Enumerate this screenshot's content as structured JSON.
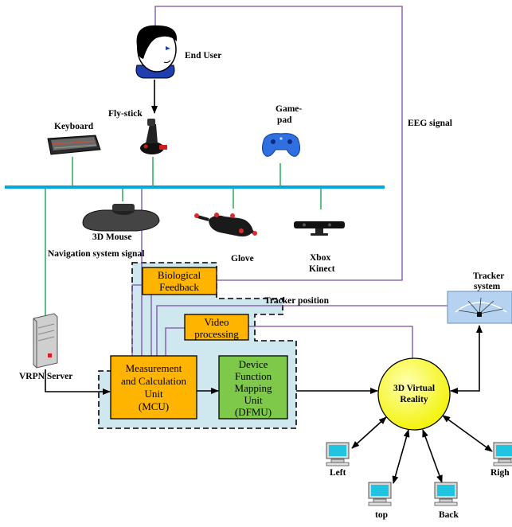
{
  "colors": {
    "bus": "#00a8e0",
    "green_link": "#2aa861",
    "purple_link": "#7a4fa8",
    "module_region": "#cfe8f0",
    "orange_box": "#ffb400",
    "green_box": "#7ec94a",
    "vr_sphere": "#ffff1a",
    "arrow": "#000000"
  },
  "labels": {
    "end_user": "End User",
    "fly_stick": "Fly-stick",
    "keyboard": "Keyboard",
    "gamepad_1": "Game-",
    "gamepad_2": "pad",
    "eeg": "EEG signal",
    "mouse3d": "3D Mouse",
    "nav_signal": "Navigation system signal",
    "glove": "Glove",
    "xbox_1": "Xbox",
    "xbox_2": "Kinect",
    "tracker_1": "Tracker",
    "tracker_2": "system",
    "tracker_position": "Tracker position",
    "vrpn": "VRPN Server",
    "bio_1": "Biological",
    "bio_2": "Feedback",
    "video_1": "Video",
    "video_2": "processing",
    "mcu_1": "Measurement",
    "mcu_2": "and Calculation",
    "mcu_3": "Unit",
    "mcu_4": "(MCU)",
    "dfmu_1": "Device",
    "dfmu_2": "Function",
    "dfmu_3": "Mapping",
    "dfmu_4": "Unit",
    "dfmu_5": "(DFMU)",
    "vr_1": "3D Virtual",
    "vr_2": "Reality",
    "left": "Left",
    "top": "top",
    "back": "Back",
    "right": "Righ"
  },
  "icons": [
    "user-head-icon",
    "joystick-icon",
    "keyboard-icon",
    "gamepad-icon",
    "3d-mouse-icon",
    "glove-icon",
    "kinect-icon",
    "server-icon",
    "tracker-system-icon",
    "computer-icon"
  ]
}
